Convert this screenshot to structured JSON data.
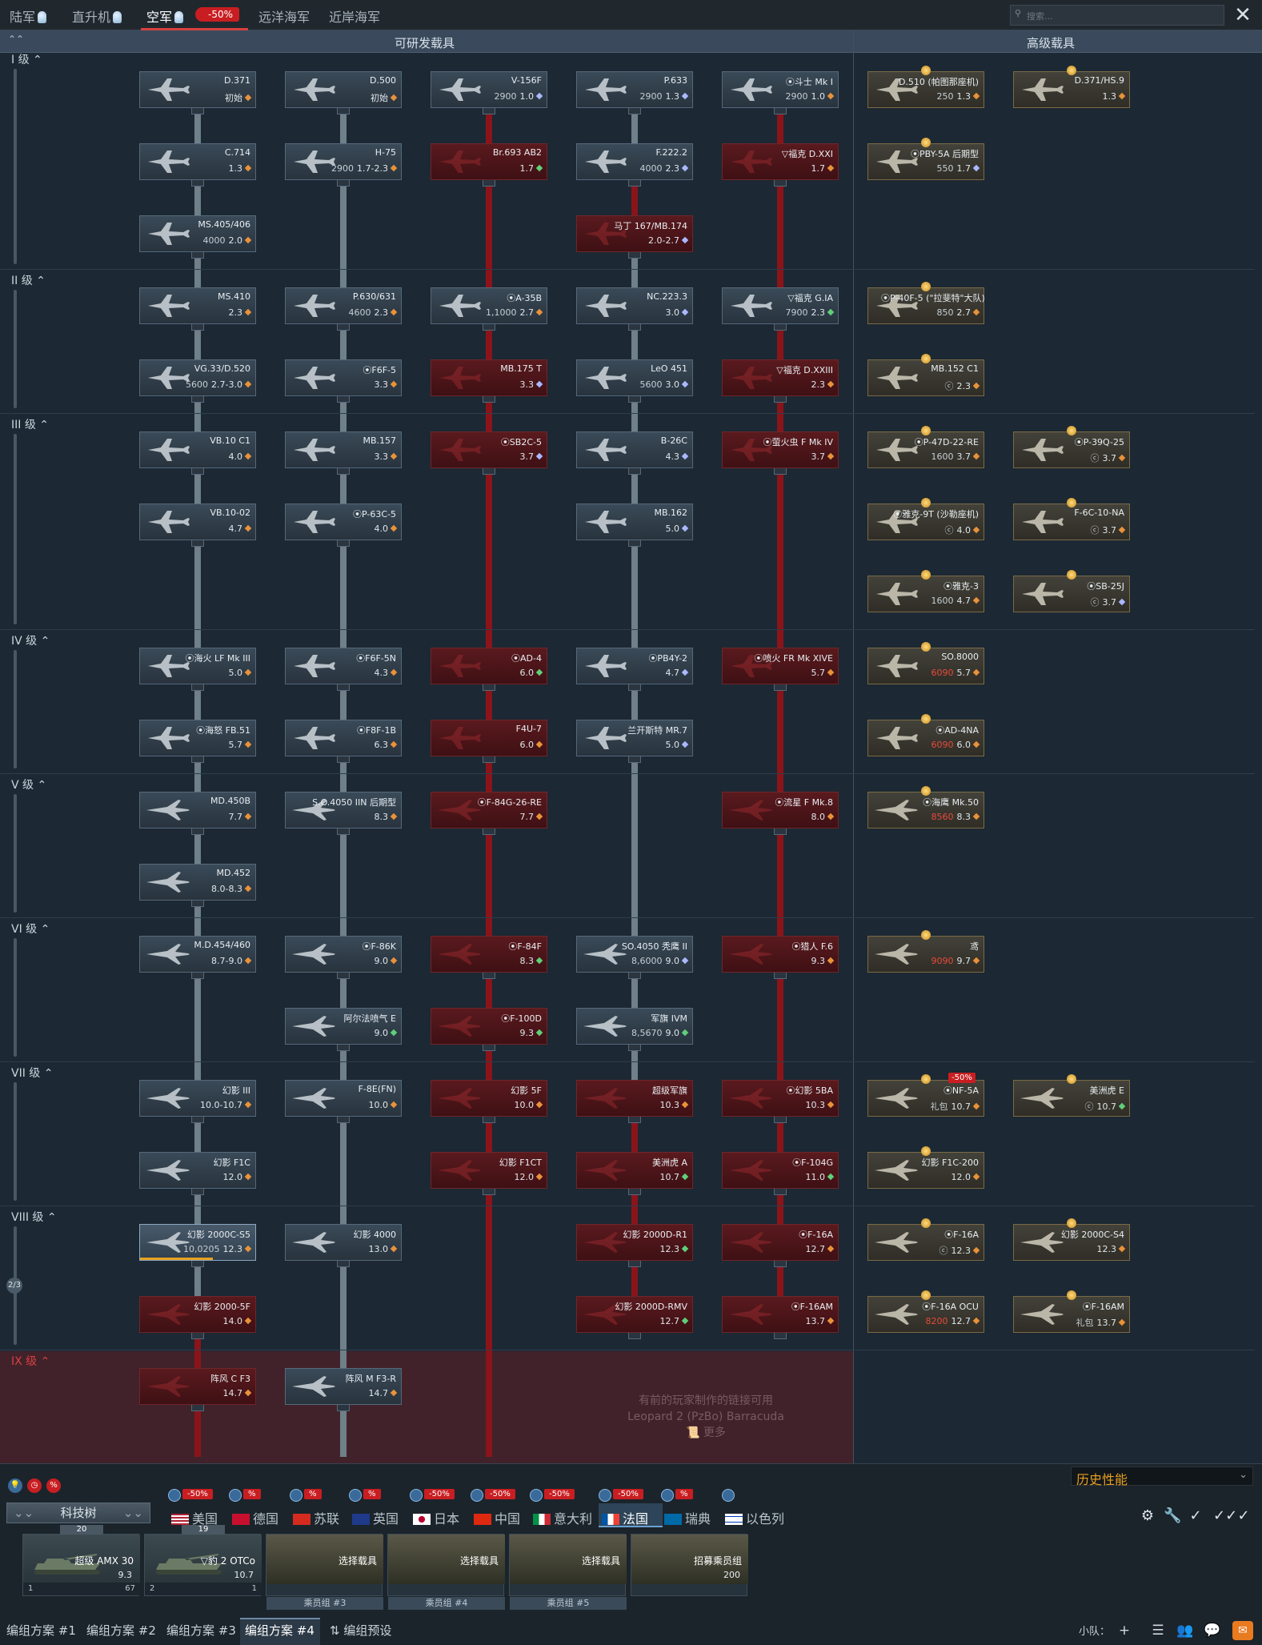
{
  "top_tabs": [
    {
      "label": "陆军"
    },
    {
      "label": "直升机"
    },
    {
      "label": "空军"
    },
    {
      "label": "远洋海军"
    },
    {
      "label": "近岸海军"
    }
  ],
  "air_discount": "-50%",
  "search": {
    "placeholder": "搜索..."
  },
  "columns": {
    "researchable": "可研发载具",
    "premium": "高级载具"
  },
  "ranks": [
    "I 级",
    "II 级",
    "III 级",
    "IV 级",
    "V 级",
    "VI 级",
    "VII 级",
    "VIII 级",
    "IX 级"
  ],
  "rank9_message": "有前的玩家制作的链接可用\nLeopard 2 (PzBo) Barracuda\n📜 更多",
  "page_indicator": "2/3",
  "vehicles": [
    {
      "name": "D.371",
      "br": "初始",
      "cost": "",
      "costc": "",
      "pt": "o",
      "type": "n",
      "icon": "plane"
    },
    {
      "name": "D.500",
      "br": "初始",
      "cost": "",
      "costc": "",
      "pt": "o",
      "type": "n",
      "icon": "plane"
    },
    {
      "name": "V-156F",
      "br": "1.0",
      "cost": "2900",
      "costc": "",
      "pt": "b",
      "type": "n",
      "icon": "plane"
    },
    {
      "name": "P.633",
      "br": "1.3",
      "cost": "2900",
      "costc": "",
      "pt": "b",
      "type": "n",
      "icon": "plane"
    },
    {
      "name": "⦿斗士 Mk I",
      "br": "1.0",
      "cost": "2900",
      "costc": "",
      "pt": "o",
      "type": "n",
      "icon": "plane"
    },
    {
      "name": "D.510 (帕图那座机)",
      "br": "1.3",
      "cost": "250",
      "costc": "",
      "pt": "o",
      "type": "p",
      "icon": "plane"
    },
    {
      "name": "D.371/HS.9",
      "br": "1.3",
      "cost": "",
      "costc": "",
      "pt": "o",
      "type": "p",
      "icon": "plane"
    },
    {
      "name": "C.714",
      "br": "1.3",
      "cost": "",
      "costc": "",
      "pt": "o",
      "type": "n",
      "icon": "plane"
    },
    {
      "name": "H-75",
      "br": "1.7-2.3",
      "cost": "2900",
      "costc": "",
      "pt": "o",
      "type": "n",
      "icon": "plane"
    },
    {
      "name": "Br.693 AB2",
      "br": "1.7",
      "cost": "",
      "costc": "",
      "pt": "g",
      "type": "l",
      "icon": "plane"
    },
    {
      "name": "F.222.2",
      "br": "2.3",
      "cost": "4000",
      "costc": "",
      "pt": "b",
      "type": "n",
      "icon": "plane"
    },
    {
      "name": "▽福克 D.XXI",
      "br": "1.7",
      "cost": "",
      "costc": "",
      "pt": "o",
      "type": "l",
      "icon": "plane"
    },
    {
      "name": "⦿PBY-5A 后期型",
      "br": "1.7",
      "cost": "550",
      "costc": "",
      "pt": "b",
      "type": "p",
      "icon": "plane"
    },
    {
      "name": "MS.405/406",
      "br": "2.0",
      "cost": "4000",
      "costc": "",
      "pt": "o",
      "type": "n",
      "icon": "plane"
    },
    {
      "name": "马丁 167/MB.174",
      "br": "2.0-2.7",
      "cost": "",
      "costc": "",
      "pt": "b",
      "type": "l",
      "icon": "plane"
    },
    {
      "name": "MS.410",
      "br": "2.3",
      "cost": "",
      "costc": "",
      "pt": "o",
      "type": "n",
      "icon": "plane"
    },
    {
      "name": "P.630/631",
      "br": "2.3",
      "cost": "4600",
      "costc": "",
      "pt": "o",
      "type": "n",
      "icon": "plane"
    },
    {
      "name": "⦿A-35B",
      "br": "2.7",
      "cost": "1,1000",
      "costc": "",
      "pt": "o",
      "type": "n",
      "icon": "plane"
    },
    {
      "name": "NC.223.3",
      "br": "3.0",
      "cost": "",
      "costc": "",
      "pt": "b",
      "type": "n",
      "icon": "plane"
    },
    {
      "name": "▽福克 G.IA",
      "br": "2.3",
      "cost": "7900",
      "costc": "",
      "pt": "g",
      "type": "n",
      "icon": "plane"
    },
    {
      "name": "⦿P-40F-5 (\"拉斐特\"大队)",
      "br": "2.7",
      "cost": "850",
      "costc": "",
      "pt": "o",
      "type": "p",
      "icon": "plane"
    },
    {
      "name": "VG.33/D.520",
      "br": "2.7-3.0",
      "cost": "5600",
      "costc": "",
      "pt": "o",
      "type": "n",
      "icon": "plane"
    },
    {
      "name": "⦿F6F-5",
      "br": "3.3",
      "cost": "",
      "costc": "",
      "pt": "o",
      "type": "n",
      "icon": "plane"
    },
    {
      "name": "MB.175 T",
      "br": "3.3",
      "cost": "",
      "costc": "",
      "pt": "b",
      "type": "l",
      "icon": "plane"
    },
    {
      "name": "LeO 451",
      "br": "3.0",
      "cost": "5600",
      "costc": "",
      "pt": "b",
      "type": "n",
      "icon": "plane"
    },
    {
      "name": "▽福克 D.XXIII",
      "br": "2.3",
      "cost": "",
      "costc": "",
      "pt": "o",
      "type": "l",
      "icon": "plane"
    },
    {
      "name": "MB.152 C1",
      "br": "2.3",
      "cost": "ⓒ",
      "costc": "",
      "pt": "o",
      "type": "p",
      "icon": "plane"
    },
    {
      "name": "VB.10 C1",
      "br": "4.0",
      "cost": "",
      "costc": "",
      "pt": "o",
      "type": "n",
      "icon": "plane"
    },
    {
      "name": "MB.157",
      "br": "3.3",
      "cost": "",
      "costc": "",
      "pt": "o",
      "type": "n",
      "icon": "plane"
    },
    {
      "name": "⦿SB2C-5",
      "br": "3.7",
      "cost": "",
      "costc": "",
      "pt": "b",
      "type": "l",
      "icon": "plane"
    },
    {
      "name": "B-26C",
      "br": "4.3",
      "cost": "",
      "costc": "",
      "pt": "b",
      "type": "n",
      "icon": "plane"
    },
    {
      "name": "⦿萤火虫 F Mk IV",
      "br": "3.7",
      "cost": "",
      "costc": "",
      "pt": "o",
      "type": "l",
      "icon": "plane"
    },
    {
      "name": "⦿P-47D-22-RE",
      "br": "3.7",
      "cost": "1600",
      "costc": "",
      "pt": "o",
      "type": "p",
      "icon": "plane"
    },
    {
      "name": "⦿P-39Q-25",
      "br": "3.7",
      "cost": "ⓒ",
      "costc": "",
      "pt": "o",
      "type": "p",
      "icon": "plane"
    },
    {
      "name": "VB.10-02",
      "br": "4.7",
      "cost": "",
      "costc": "",
      "pt": "o",
      "type": "n",
      "icon": "plane"
    },
    {
      "name": "⦿P-63C-5",
      "br": "4.0",
      "cost": "",
      "costc": "",
      "pt": "o",
      "type": "n",
      "icon": "plane"
    },
    {
      "name": "MB.162",
      "br": "5.0",
      "cost": "",
      "costc": "",
      "pt": "b",
      "type": "n",
      "icon": "plane"
    },
    {
      "name": "⦿雅克-9T (沙勒座机)",
      "br": "4.0",
      "cost": "ⓒ",
      "costc": "",
      "pt": "o",
      "type": "p",
      "icon": "plane"
    },
    {
      "name": "F-6C-10-NA",
      "br": "3.7",
      "cost": "ⓒ",
      "costc": "",
      "pt": "o",
      "type": "p",
      "icon": "plane"
    },
    {
      "name": "⦿雅克-3",
      "br": "4.7",
      "cost": "1600",
      "costc": "",
      "pt": "o",
      "type": "p",
      "icon": "plane"
    },
    {
      "name": "⦿SB-25J",
      "br": "3.7",
      "cost": "ⓒ",
      "costc": "",
      "pt": "b",
      "type": "p",
      "icon": "plane"
    },
    {
      "name": "⦿海火 LF Mk III",
      "br": "5.0",
      "cost": "",
      "costc": "",
      "pt": "o",
      "type": "n",
      "icon": "plane"
    },
    {
      "name": "⦿F6F-5N",
      "br": "4.3",
      "cost": "",
      "costc": "",
      "pt": "o",
      "type": "n",
      "icon": "plane"
    },
    {
      "name": "⦿AD-4",
      "br": "6.0",
      "cost": "",
      "costc": "",
      "pt": "g",
      "type": "l",
      "icon": "plane"
    },
    {
      "name": "⦿PB4Y-2",
      "br": "4.7",
      "cost": "",
      "costc": "",
      "pt": "b",
      "type": "n",
      "icon": "plane"
    },
    {
      "name": "⦿喷火 FR Mk XIVE",
      "br": "5.7",
      "cost": "",
      "costc": "",
      "pt": "o",
      "type": "l",
      "icon": "plane"
    },
    {
      "name": "SO.8000",
      "br": "5.7",
      "cost": "6090",
      "costc": "red",
      "pt": "o",
      "type": "p",
      "icon": "plane"
    },
    {
      "name": "⦿海怒 FB.51",
      "br": "5.7",
      "cost": "",
      "costc": "",
      "pt": "o",
      "type": "n",
      "icon": "plane"
    },
    {
      "name": "⦿F8F-1B",
      "br": "6.3",
      "cost": "",
      "costc": "",
      "pt": "o",
      "type": "n",
      "icon": "plane"
    },
    {
      "name": "F4U-7",
      "br": "6.0",
      "cost": "",
      "costc": "",
      "pt": "o",
      "type": "l",
      "icon": "plane"
    },
    {
      "name": "兰开斯特 MR.7",
      "br": "5.0",
      "cost": "",
      "costc": "",
      "pt": "b",
      "type": "n",
      "icon": "plane"
    },
    {
      "name": "⦿AD-4NA",
      "br": "6.0",
      "cost": "6090",
      "costc": "red",
      "pt": "o",
      "type": "p",
      "icon": "plane"
    },
    {
      "name": "MD.450B",
      "br": "7.7",
      "cost": "",
      "costc": "",
      "pt": "o",
      "type": "n",
      "icon": "jet"
    },
    {
      "name": "S.O.4050 IIN 后期型",
      "br": "8.3",
      "cost": "",
      "costc": "",
      "pt": "o",
      "type": "n",
      "icon": "jet"
    },
    {
      "name": "⦿F-84G-26-RE",
      "br": "7.7",
      "cost": "",
      "costc": "",
      "pt": "o",
      "type": "l",
      "icon": "jet"
    },
    {
      "name": "⦿流星 F Mk.8",
      "br": "8.0",
      "cost": "",
      "costc": "",
      "pt": "o",
      "type": "l",
      "icon": "jet"
    },
    {
      "name": "⦿海鹰 Mk.50",
      "br": "8.3",
      "cost": "8560",
      "costc": "red",
      "pt": "o",
      "type": "p",
      "icon": "jet"
    },
    {
      "name": "MD.452",
      "br": "8.0-8.3",
      "cost": "",
      "costc": "",
      "pt": "o",
      "type": "n",
      "icon": "jet"
    },
    {
      "name": "M.D.454/460",
      "br": "8.7-9.0",
      "cost": "",
      "costc": "",
      "pt": "o",
      "type": "n",
      "icon": "jet"
    },
    {
      "name": "⦿F-86K",
      "br": "9.0",
      "cost": "",
      "costc": "",
      "pt": "o",
      "type": "n",
      "icon": "jet"
    },
    {
      "name": "⦿F-84F",
      "br": "8.3",
      "cost": "",
      "costc": "",
      "pt": "g",
      "type": "l",
      "icon": "jet"
    },
    {
      "name": "SO.4050 秃鹰 II",
      "br": "9.0",
      "cost": "8,6000",
      "costc": "",
      "pt": "b",
      "type": "n",
      "icon": "jet"
    },
    {
      "name": "⦿猎人 F.6",
      "br": "9.3",
      "cost": "",
      "costc": "",
      "pt": "o",
      "type": "l",
      "icon": "jet"
    },
    {
      "name": "鸢",
      "br": "9.7",
      "cost": "9090",
      "costc": "red",
      "pt": "o",
      "type": "p",
      "icon": "jet"
    },
    {
      "name": "阿尔法喷气 E",
      "br": "9.0",
      "cost": "",
      "costc": "",
      "pt": "g",
      "type": "n",
      "icon": "jet"
    },
    {
      "name": "⦿F-100D",
      "br": "9.3",
      "cost": "",
      "costc": "",
      "pt": "g",
      "type": "l",
      "icon": "jet"
    },
    {
      "name": "军旗 IVM",
      "br": "9.0",
      "cost": "8,5670",
      "costc": "",
      "pt": "g",
      "type": "n",
      "icon": "jet"
    },
    {
      "name": "幻影 III",
      "br": "10.0-10.7",
      "cost": "",
      "costc": "",
      "pt": "o",
      "type": "n",
      "icon": "jet"
    },
    {
      "name": "F-8E(FN)",
      "br": "10.0",
      "cost": "",
      "costc": "",
      "pt": "o",
      "type": "n",
      "icon": "jet"
    },
    {
      "name": "幻影 5F",
      "br": "10.0",
      "cost": "",
      "costc": "",
      "pt": "o",
      "type": "l",
      "icon": "jet"
    },
    {
      "name": "超级军旗",
      "br": "10.3",
      "cost": "",
      "costc": "",
      "pt": "o",
      "type": "l",
      "icon": "jet"
    },
    {
      "name": "⦿幻影 5BA",
      "br": "10.3",
      "cost": "",
      "costc": "",
      "pt": "o",
      "type": "l",
      "icon": "jet"
    },
    {
      "name": "⦿NF-5A",
      "br": "10.7",
      "cost": "礼包",
      "costc": "",
      "pt": "o",
      "type": "p",
      "icon": "jet"
    },
    {
      "name": "美洲虎 E",
      "br": "10.7",
      "cost": "ⓒ",
      "costc": "",
      "pt": "g",
      "type": "p",
      "icon": "jet"
    },
    {
      "name": "幻影 F1C",
      "br": "12.0",
      "cost": "",
      "costc": "",
      "pt": "o",
      "type": "n",
      "icon": "jet"
    },
    {
      "name": "幻影 F1CT",
      "br": "12.0",
      "cost": "",
      "costc": "",
      "pt": "o",
      "type": "l",
      "icon": "jet"
    },
    {
      "name": "美洲虎 A",
      "br": "10.7",
      "cost": "",
      "costc": "",
      "pt": "g",
      "type": "l",
      "icon": "jet"
    },
    {
      "name": "⦿F-104G",
      "br": "11.0",
      "cost": "",
      "costc": "",
      "pt": "g",
      "type": "l",
      "icon": "jet"
    },
    {
      "name": "幻影 F1C-200",
      "br": "12.0",
      "cost": "",
      "costc": "",
      "pt": "o",
      "type": "p",
      "icon": "jet"
    },
    {
      "name": "幻影 2000C-S5",
      "br": "12.3",
      "cost": "10,0205",
      "costc": "",
      "pt": "o",
      "type": "s",
      "icon": "jet"
    },
    {
      "name": "幻影 4000",
      "br": "13.0",
      "cost": "",
      "costc": "",
      "pt": "o",
      "type": "n",
      "icon": "jet"
    },
    {
      "name": "幻影 2000D-R1",
      "br": "12.3",
      "cost": "",
      "costc": "",
      "pt": "g",
      "type": "l",
      "icon": "jet"
    },
    {
      "name": "⦿F-16A",
      "br": "12.7",
      "cost": "",
      "costc": "",
      "pt": "o",
      "type": "l",
      "icon": "jet"
    },
    {
      "name": "⦿F-16A",
      "br": "12.3",
      "cost": "ⓒ",
      "costc": "",
      "pt": "o",
      "type": "p",
      "icon": "jet"
    },
    {
      "name": "幻影 2000C-S4",
      "br": "12.3",
      "cost": "",
      "costc": "",
      "pt": "o",
      "type": "p",
      "icon": "jet"
    },
    {
      "name": "幻影 2000-5F",
      "br": "14.0",
      "cost": "",
      "costc": "",
      "pt": "o",
      "type": "l",
      "icon": "jet"
    },
    {
      "name": "幻影 2000D-RMV",
      "br": "12.7",
      "cost": "",
      "costc": "",
      "pt": "g",
      "type": "l",
      "icon": "jet"
    },
    {
      "name": "⦿F-16AM",
      "br": "13.7",
      "cost": "",
      "costc": "",
      "pt": "o",
      "type": "l",
      "icon": "jet"
    },
    {
      "name": "⦿F-16A OCU",
      "br": "12.7",
      "cost": "8200",
      "costc": "red",
      "pt": "o",
      "type": "p",
      "icon": "jet"
    },
    {
      "name": "⦿F-16AM",
      "br": "13.7",
      "cost": "礼包",
      "costc": "",
      "pt": "o",
      "type": "p",
      "icon": "jet"
    },
    {
      "name": "阵风 C F3",
      "br": "14.7",
      "cost": "",
      "costc": "",
      "pt": "o",
      "type": "l",
      "icon": "jet"
    },
    {
      "name": "阵风 M F3-R",
      "br": "14.7",
      "cost": "",
      "costc": "",
      "pt": "o",
      "type": "n",
      "icon": "jet"
    }
  ],
  "nf5a_discount": "-50%",
  "history_performance": "历史性能",
  "techtree_label": "科技树",
  "nations": [
    {
      "label": "美国",
      "pct": "-50%"
    },
    {
      "label": "德国",
      "pct": "%"
    },
    {
      "label": "苏联",
      "pct": "%"
    },
    {
      "label": "英国",
      "pct": "%"
    },
    {
      "label": "日本",
      "pct": "-50%"
    },
    {
      "label": "中国",
      "pct": "-50%"
    },
    {
      "label": "意大利",
      "pct": "-50%"
    },
    {
      "label": "法国",
      "pct": "-50%"
    },
    {
      "label": "瑞典",
      "pct": "%"
    },
    {
      "label": "以色列",
      "pct": ""
    }
  ],
  "crew_slots": [
    {
      "name": "超级 AMX 30",
      "br": "9.3",
      "skill": "20",
      "left": "1",
      "right": "67"
    },
    {
      "name": "▽豹 2 OTCo",
      "br": "10.7",
      "skill": "19",
      "left": "2",
      "right": "1"
    },
    {
      "name": "选择载具",
      "crew": "乘员组 #3"
    },
    {
      "name": "选择载具",
      "crew": "乘员组 #4"
    },
    {
      "name": "选择载具",
      "crew": "乘员组 #5"
    },
    {
      "name": "招募乘员组",
      "cost": "200"
    }
  ],
  "presets": [
    "编组方案 #1",
    "编组方案 #2",
    "编组方案 #3",
    "编组方案 #4",
    "⇅ 编组预设"
  ],
  "squad_label": "小队：",
  "colors": {
    "accent": "#d84040",
    "locked": "#5a1a1e",
    "premium": "#43423a",
    "rp": "#e8923a"
  }
}
